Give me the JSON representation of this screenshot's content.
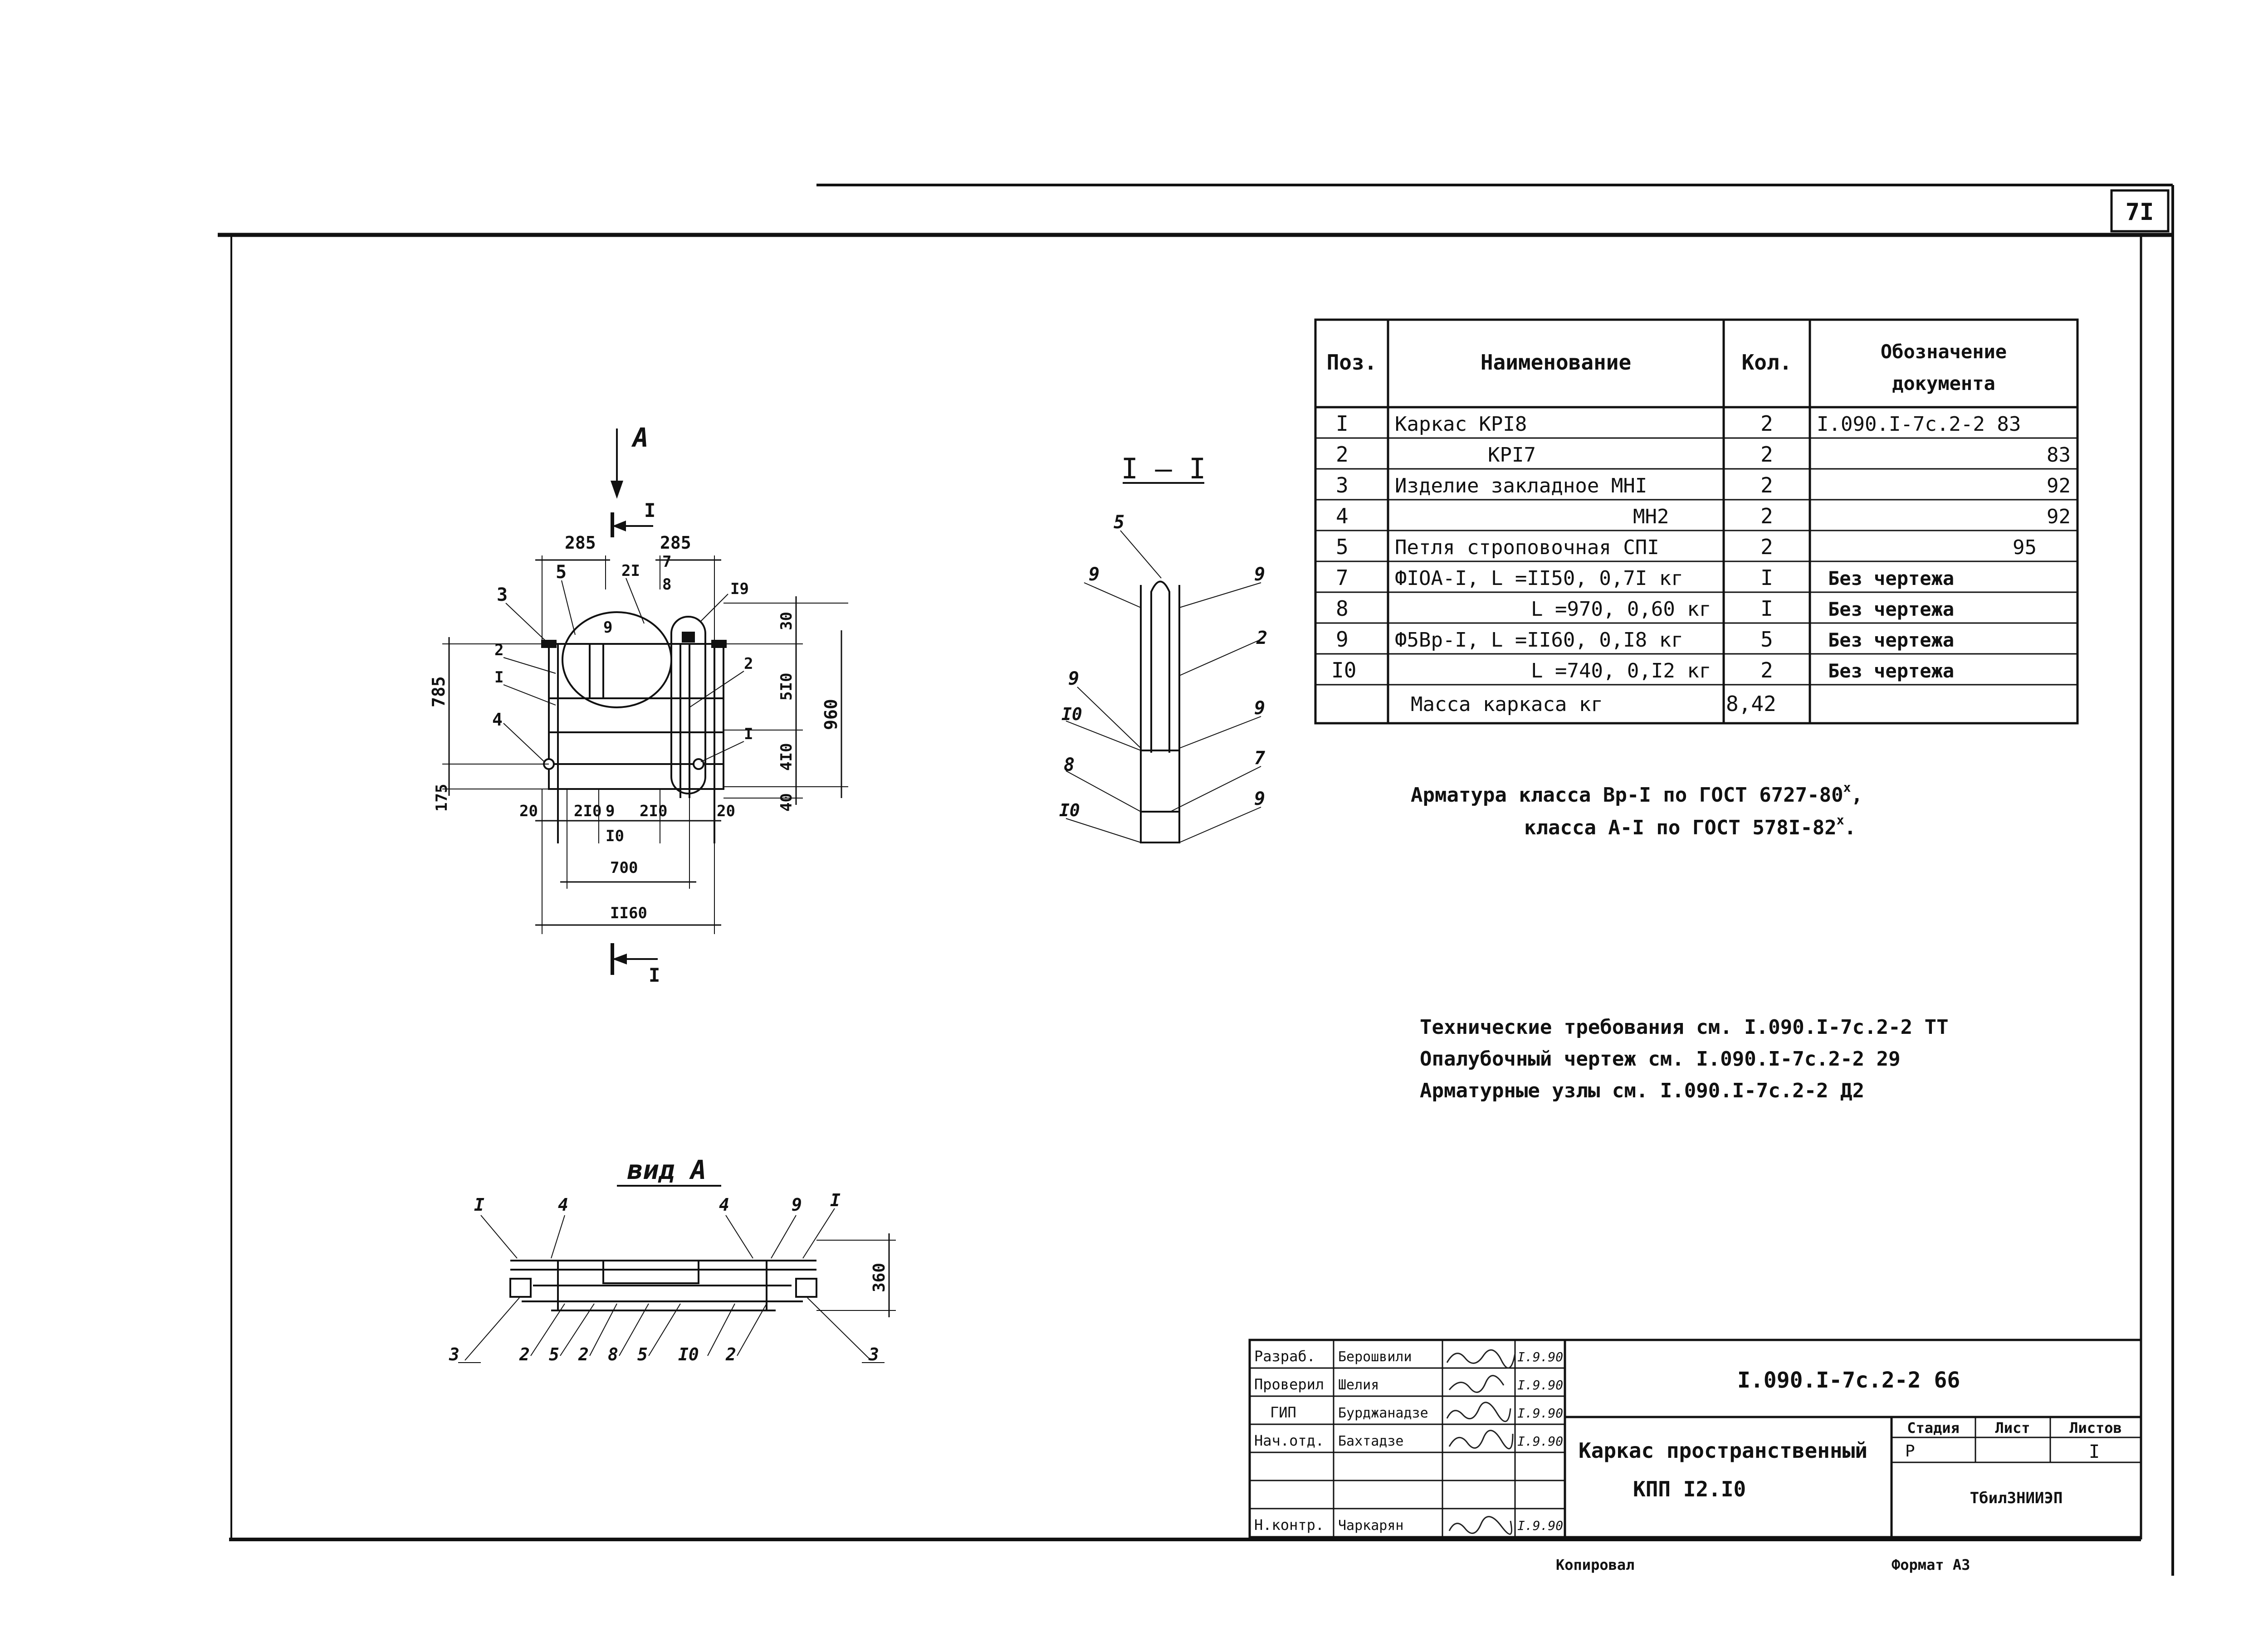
{
  "sheet": {
    "page_number": "7I",
    "bottom_left_note": "Копировал",
    "bottom_right_note": "Формат А3"
  },
  "spec_table": {
    "headers": {
      "pos": "Поз.",
      "name": "Наименование",
      "qty": "Кол.",
      "doc_line1": "Обозначение",
      "doc_line2": "документа"
    },
    "rows": [
      {
        "pos": "I",
        "name": "Каркас КРI8",
        "qty": "2",
        "doc": "I.090.I-7с.2-2 83"
      },
      {
        "pos": "2",
        "name": "КРI7",
        "qty": "2",
        "doc": "83"
      },
      {
        "pos": "3",
        "name": "Изделие закладное  МНI",
        "qty": "2",
        "doc": "92"
      },
      {
        "pos": "4",
        "name": "МН2",
        "qty": "2",
        "doc": "92"
      },
      {
        "pos": "5",
        "name": "Петля строповочная СПI",
        "qty": "2",
        "doc": "95"
      },
      {
        "pos": "7",
        "name": "ФIОА-I,  L =II50,  0,7I кг",
        "qty": "I",
        "doc": "Без чертежа"
      },
      {
        "pos": "8",
        "name": "L =970,  0,60 кг",
        "qty": "I",
        "doc": "Без чертежа"
      },
      {
        "pos": "9",
        "name": "Ф5Вр-I,  L =II60,  0,I8 кг",
        "qty": "5",
        "doc": "Без чертежа"
      },
      {
        "pos": "I0",
        "name": "L =740,  0,I2 кг",
        "qty": "2",
        "doc": "Без чертежа"
      }
    ],
    "mass_label": "Масса каркаса  кг",
    "mass_value": "8,42"
  },
  "notes": {
    "reinforcement_line1": "Арматура класса Вр-I по ГОСТ 6727-80",
    "reinforcement_line2": "класса  А-I по ГОСТ 578I-82",
    "superscript": "х",
    "tech1": "Технические требования см. I.090.I-7с.2-2 ТТ",
    "tech2": "Опалубочный чертеж см. I.090.I-7с.2-2 29",
    "tech3": "Арматурные узлы см. I.090.I-7с.2-2 Д2"
  },
  "plan_view": {
    "view_arrow_label": "А",
    "section_label": "I",
    "dims": {
      "top_left": "285",
      "top_right": "285",
      "left_total": "785",
      "left_bottom": "175",
      "right_top": "30",
      "right_mid": "5I0",
      "right_low": "4I0",
      "right_bottom": "40",
      "right_total": "960",
      "bottom_20a": "20",
      "bottom_210a": "2I0",
      "bottom_9": "9",
      "bottom_10": "I0",
      "bottom_210b": "2I0",
      "bottom_20b": "20",
      "width_700": "700",
      "width_1160": "II60"
    },
    "callouts": [
      "3",
      "5",
      "2I",
      "7",
      "8",
      "I9",
      "9",
      "2",
      "I",
      "4",
      "2",
      "I"
    ]
  },
  "section_view": {
    "title": "I — I",
    "callouts": [
      "5",
      "9",
      "9",
      "2",
      "9",
      "I0",
      "9",
      "8",
      "7",
      "I0",
      "9"
    ]
  },
  "view_a": {
    "title": "вид А",
    "top_callouts": [
      "I",
      "4",
      "4",
      "9",
      "I"
    ],
    "bottom_callouts": [
      "3",
      "2",
      "5",
      "2",
      "8",
      "5",
      "I0",
      "2",
      "3"
    ],
    "height_dim": "360"
  },
  "title_block": {
    "designation": "I.090.I-7с.2-2 66",
    "title_line1": "Каркас пространственный",
    "title_line2": "КПП I2.I0",
    "stage_header": "Стадия",
    "sheet_header": "Лист",
    "sheets_header": "Листов",
    "stage": "Р",
    "sheets": "I",
    "organization": "ТбилЗНИИЭП",
    "roles": [
      {
        "role": "Разраб.",
        "name": "Берошвили",
        "date": "I.9.90"
      },
      {
        "role": "Проверил",
        "name": "Шелия",
        "date": "I.9.90"
      },
      {
        "role": "ГИП",
        "name": "Бурджанадзе",
        "date": "I.9.90"
      },
      {
        "role": "Нач.отд.",
        "name": "Бахтадзе",
        "date": "I.9.90"
      },
      {
        "role": "",
        "name": "",
        "date": ""
      },
      {
        "role": "",
        "name": "",
        "date": ""
      },
      {
        "role": "Н.контр.",
        "name": "Чаркарян",
        "date": "I.9.90"
      }
    ]
  }
}
